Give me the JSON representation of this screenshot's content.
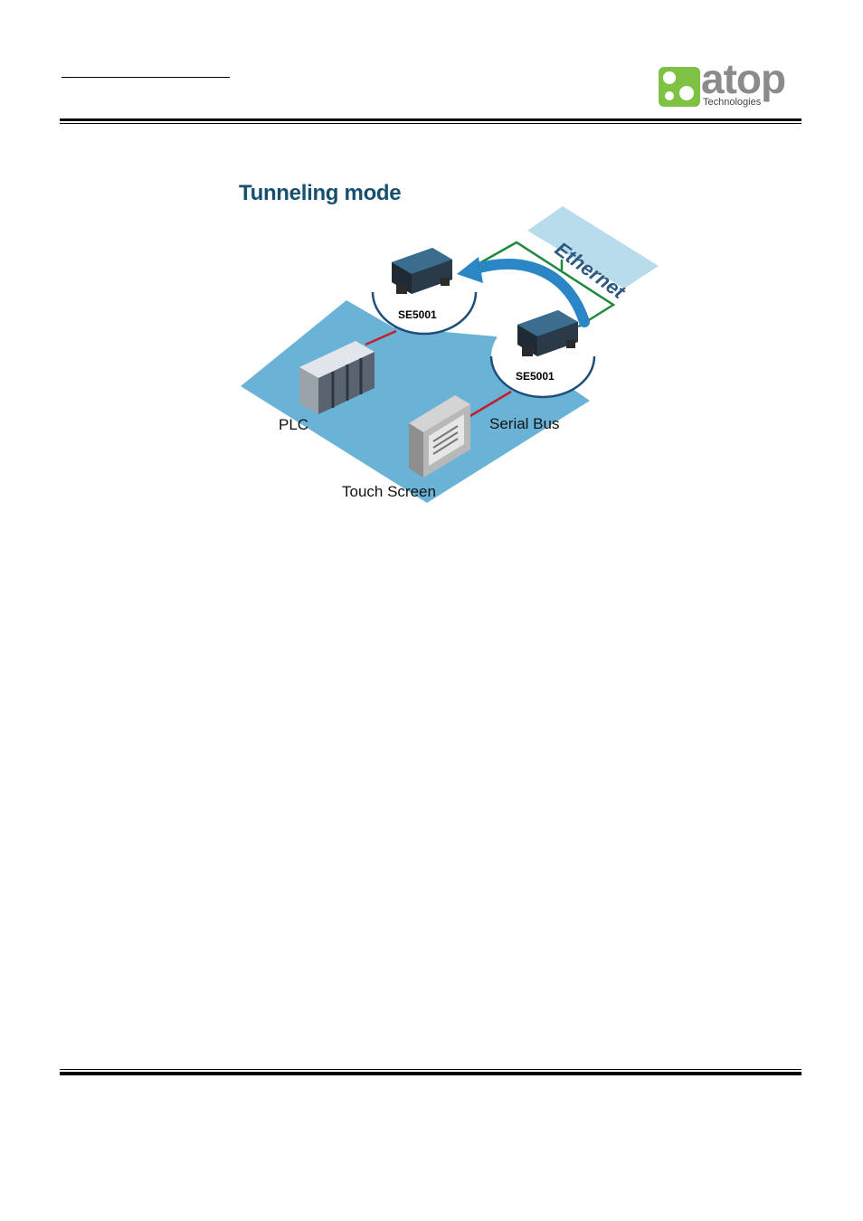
{
  "header": {
    "logo": {
      "wordmark": "atop",
      "subtitle": "Technologies",
      "colors": {
        "green": "#7dc242",
        "gray": "#8b8b8b"
      }
    }
  },
  "diagram": {
    "title": "Tunneling mode",
    "network_label": "Ethernet",
    "devices": [
      {
        "label": "SE5001"
      },
      {
        "label": "SE5001"
      }
    ],
    "labels": {
      "plc": "PLC",
      "serial_bus": "Serial Bus",
      "touch_screen": "Touch Screen"
    },
    "colors": {
      "floor": "#6bb3d6",
      "ethernet_band": "#b9dced",
      "ethernet_line": "#1c8a3a",
      "serial_line": "#c0202a",
      "arrow": "#2a86c4",
      "title": "#15506f"
    }
  }
}
